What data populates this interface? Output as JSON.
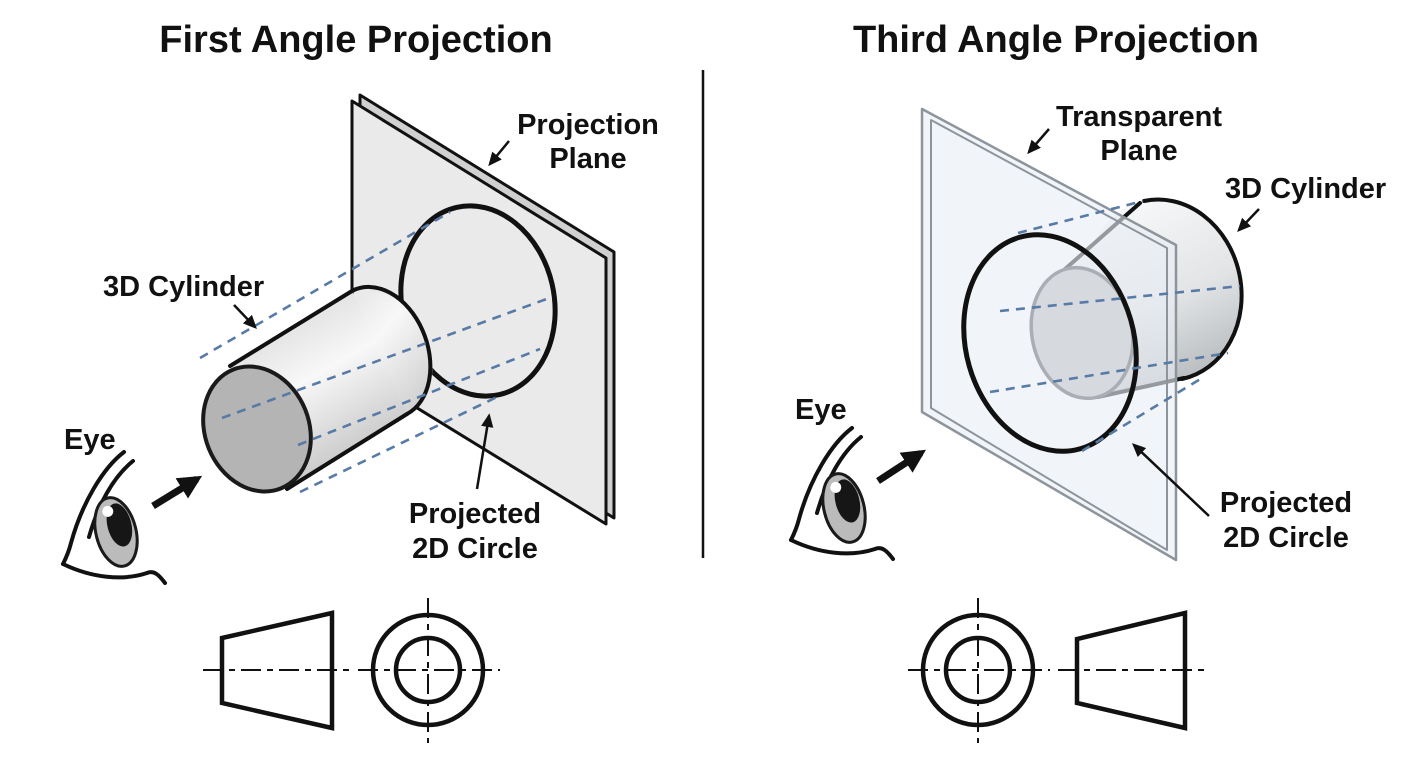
{
  "left_panel": {
    "title": "First Angle Projection",
    "labels": {
      "plane_line1": "Projection",
      "plane_line2": "Plane",
      "cylinder": "3D Cylinder",
      "eye": "Eye",
      "projected_line1": "Projected",
      "projected_line2": "2D Circle"
    }
  },
  "right_panel": {
    "title": "Third Angle Projection",
    "labels": {
      "plane_line1": "Transparent",
      "plane_line2": "Plane",
      "cylinder": "3D Cylinder",
      "eye": "Eye",
      "projected_line1": "Projected",
      "projected_line2": "2D Circle"
    }
  },
  "colors": {
    "ink": "#111111",
    "dashed_ray": "#587ba6",
    "plane_fill": "#eaeaea",
    "plane_edge_fill": "#d0d0d0",
    "glass_fill": "#e9eef3",
    "glass_edge": "#8d949b",
    "cylinder_face_left": "#b4b4b4",
    "cylinder_face_right": "#b7babd",
    "iris_fill": "#bbbbbb"
  }
}
